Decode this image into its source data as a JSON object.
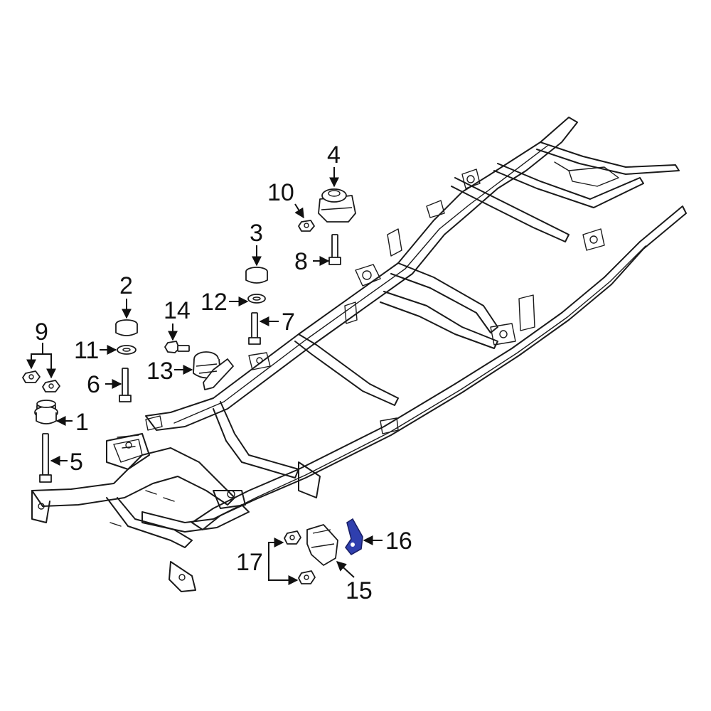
{
  "diagram": {
    "callouts": [
      {
        "id": "1",
        "label": "1"
      },
      {
        "id": "2",
        "label": "2"
      },
      {
        "id": "3",
        "label": "3"
      },
      {
        "id": "4",
        "label": "4"
      },
      {
        "id": "5",
        "label": "5"
      },
      {
        "id": "6",
        "label": "6"
      },
      {
        "id": "7",
        "label": "7"
      },
      {
        "id": "8",
        "label": "8"
      },
      {
        "id": "9",
        "label": "9"
      },
      {
        "id": "10",
        "label": "10"
      },
      {
        "id": "11",
        "label": "11"
      },
      {
        "id": "12",
        "label": "12"
      },
      {
        "id": "13",
        "label": "13"
      },
      {
        "id": "14",
        "label": "14"
      },
      {
        "id": "15",
        "label": "15"
      },
      {
        "id": "16",
        "label": "16"
      },
      {
        "id": "17",
        "label": "17"
      }
    ],
    "highlight_color": "#2f3fae",
    "line_color": "#1a1a1a"
  }
}
